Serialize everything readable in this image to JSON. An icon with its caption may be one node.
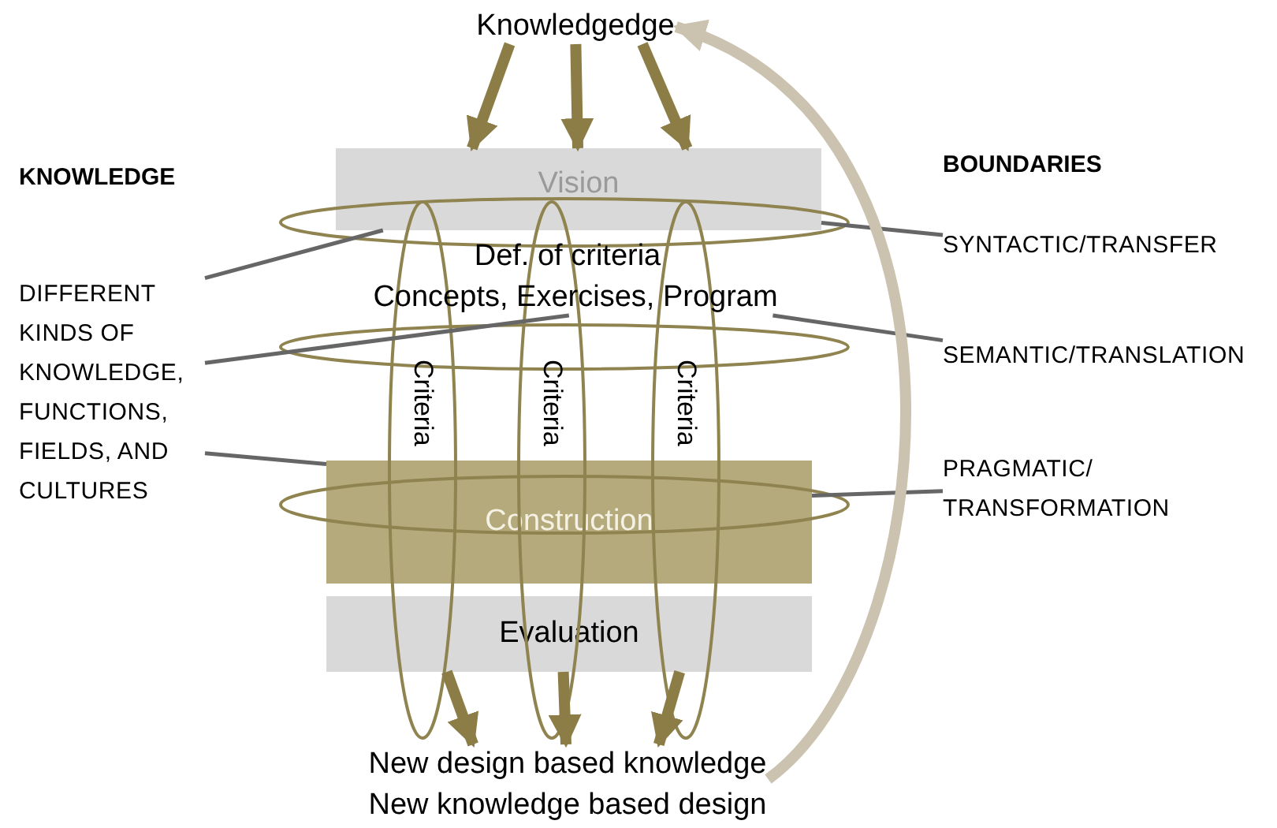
{
  "diagram": {
    "nodes": [
      {
        "text": [
          "Knowledgedge"
        ]
      },
      {
        "text": [
          "Vision"
        ]
      },
      {
        "text": [
          "Def. of criteria"
        ]
      },
      {
        "text": [
          "Concepts, Exercises, Program"
        ]
      },
      {
        "text": [
          "Construction"
        ]
      },
      {
        "text": [
          "Evaluation"
        ]
      },
      {
        "text": [
          "New design based knowledge",
          "New knowledge based design"
        ]
      },
      {
        "text": [
          "Criteria"
        ]
      },
      {
        "text": [
          "Criteria"
        ]
      },
      {
        "text": [
          "Criteria"
        ]
      },
      {
        "text": [
          "DIFFERENT KINDS OF KNOWLEDGE, FUNCTIONS, FIELDS, AND CULTURES"
        ]
      },
      {
        "text": [
          "SYNTACTIC/TRANSFER"
        ]
      },
      {
        "text": [
          "SEMANTIC/TRANSLATION"
        ]
      },
      {
        "text": [
          "PRAGMATIC/ TRANSFORMATION"
        ]
      }
    ],
    "edges": [
      {
        "from": 0,
        "to": 1,
        "arrow": "to"
      },
      {
        "from": 0,
        "to": 1,
        "arrow": "to"
      },
      {
        "from": 0,
        "to": 1,
        "arrow": "to"
      },
      {
        "from": 5,
        "to": 6,
        "arrow": "to"
      },
      {
        "from": 5,
        "to": 6,
        "arrow": "to"
      },
      {
        "from": 5,
        "to": 6,
        "arrow": "to"
      },
      {
        "from": 6,
        "to": 0,
        "arrow": "to",
        "color": "#cbc3b0"
      },
      {
        "from": 10,
        "to": 1,
        "arrow": "none",
        "color": "#666666"
      },
      {
        "from": 10,
        "to": 3,
        "arrow": "none",
        "color": "#666666"
      },
      {
        "from": 10,
        "to": 4,
        "arrow": "none",
        "color": "#666666"
      },
      {
        "from": 11,
        "to": 1,
        "arrow": "none",
        "color": "#666666"
      },
      {
        "from": 12,
        "to": 3,
        "arrow": "none",
        "color": "#666666"
      },
      {
        "from": 13,
        "to": 4,
        "arrow": "none",
        "color": "#666666"
      }
    ],
    "labels": [
      "KNOWLEDGE",
      "BOUNDARIES"
    ]
  }
}
